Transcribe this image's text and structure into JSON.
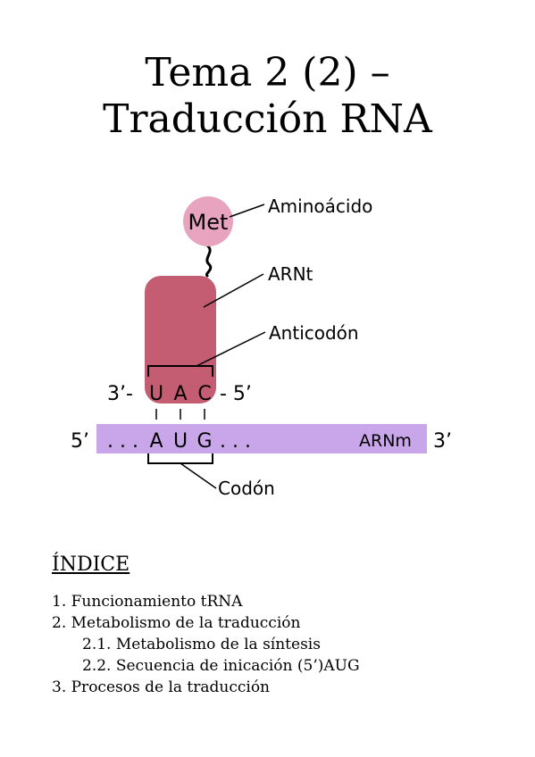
{
  "title": {
    "line1": "Tema 2 (2) –",
    "line2": "Traducción RNA"
  },
  "diagram": {
    "aminoacid_abbr": "Met",
    "label_aminoacid": "Aminoácido",
    "label_trna": "ARNt",
    "label_anticodon": "Anticodón",
    "label_codon": "Codón",
    "label_mrna": "ARNm",
    "anticodon_left_end": "3’-",
    "anticodon_bases": [
      "U",
      "A",
      "C"
    ],
    "anticodon_right_end": "- 5’",
    "mrna_left_end": "5’",
    "mrna_right_end": "3’",
    "mrna_prefix": ". . .",
    "codon_bases": [
      "A",
      "U",
      "G"
    ],
    "mrna_suffix": ". . .",
    "colors": {
      "aminoacid": "#e8a3bf",
      "trna": "#c45c72",
      "mrna": "#c9a6e9"
    }
  },
  "index": {
    "heading": "ÍNDICE",
    "items": [
      "1. Funcionamiento tRNA",
      "2.  Metabolismo de la traducción",
      "2.1. Metabolismo de la síntesis",
      "2.2. Secuencia de inicación (5’)AUG",
      "3. Procesos de la traducción"
    ]
  }
}
